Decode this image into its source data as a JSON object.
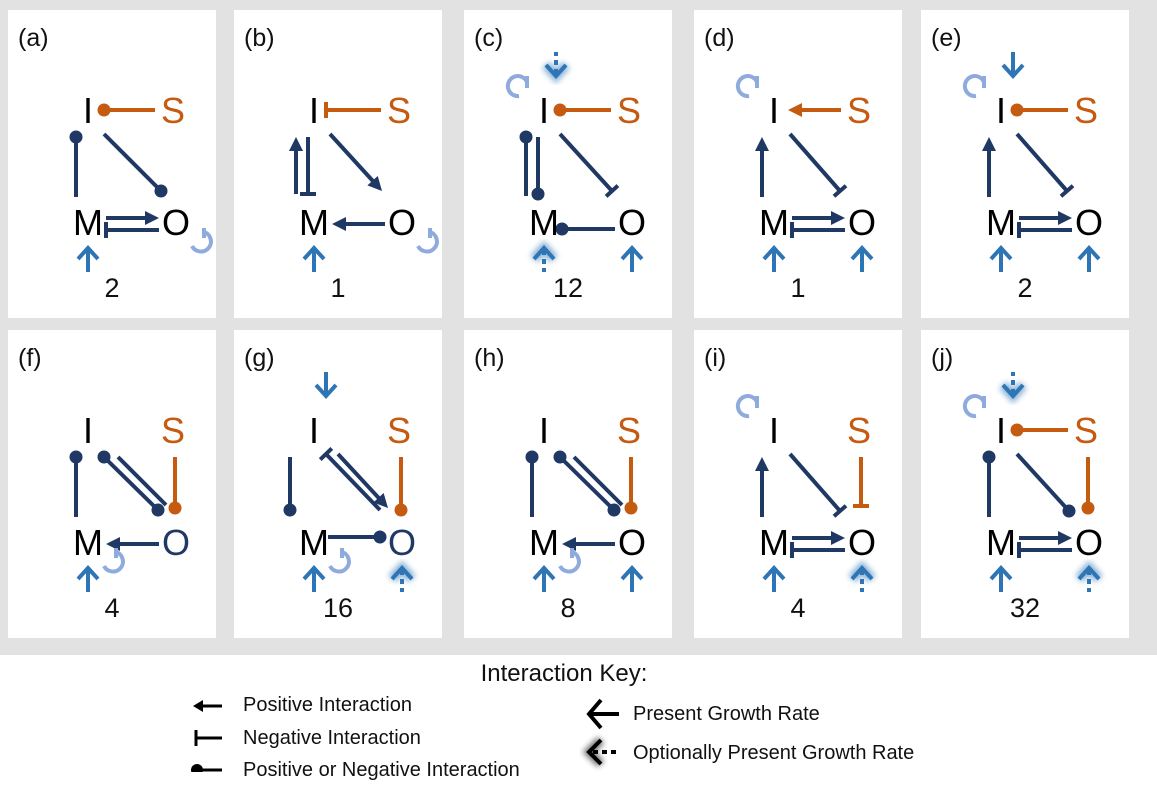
{
  "colors": {
    "dark_navy": "#1f3864",
    "orange": "#c55a11",
    "blue": "#2e75b6",
    "light_blue": "#8faadc"
  },
  "nodes": {
    "I": "I",
    "S": "S",
    "M": "M",
    "O": "O"
  },
  "panels": [
    {
      "label": "(a)",
      "count": "2"
    },
    {
      "label": "(b)",
      "count": "1"
    },
    {
      "label": "(c)",
      "count": "12"
    },
    {
      "label": "(d)",
      "count": "1"
    },
    {
      "label": "(e)",
      "count": "2"
    },
    {
      "label": "(f)",
      "count": "4"
    },
    {
      "label": "(g)",
      "count": "16"
    },
    {
      "label": "(h)",
      "count": "8"
    },
    {
      "label": "(i)",
      "count": "4"
    },
    {
      "label": "(j)",
      "count": "32"
    }
  ],
  "key": {
    "title": "Interaction Key:",
    "positive": "Positive Interaction",
    "negative": "Negative Interaction",
    "either": "Positive or Negative Interaction",
    "present_growth": "Present Growth Rate",
    "optional_growth": "Optionally Present Growth Rate"
  }
}
